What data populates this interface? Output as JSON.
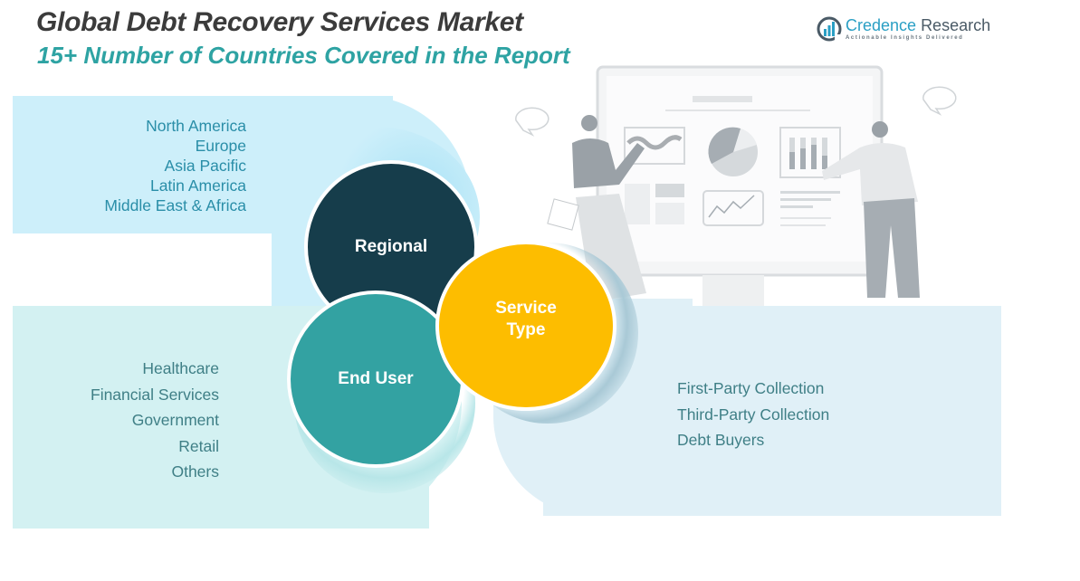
{
  "header": {
    "title": "Global Debt Recovery Services Market",
    "subtitle": "15+ Number of Countries Covered in the Report"
  },
  "logo": {
    "name_part1": "Credence",
    "name_part2": "Research",
    "tagline": "Actionable Insights Delivered",
    "icon": "bar-chart-logo-icon"
  },
  "segments": {
    "regional": {
      "label": "Regional",
      "items": [
        "North America",
        "Europe",
        "Asia Pacific",
        "Latin America",
        "Middle East & Africa"
      ]
    },
    "end_user": {
      "label": "End User",
      "items": [
        "Healthcare",
        "Financial Services",
        "Government",
        "Retail",
        "Others"
      ]
    },
    "service_type": {
      "label_line1": "Service",
      "label_line2": "Type",
      "items": [
        "First-Party Collection",
        "Third-Party Collection",
        "Debt Buyers"
      ]
    }
  },
  "colors": {
    "regional": "#163d4b",
    "end_user": "#33a2a2",
    "service_type": "#fdbd00",
    "title": "#3b3b3b",
    "subtitle": "#2ea3a3"
  },
  "illustration": {
    "icon": "presentation-dashboard-illustration"
  }
}
